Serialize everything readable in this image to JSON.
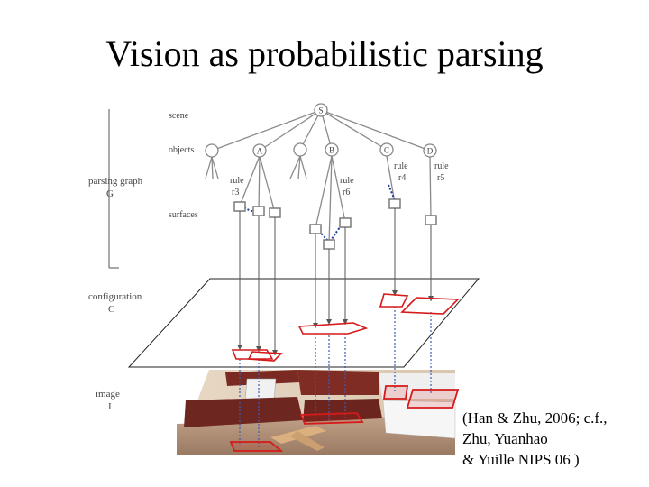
{
  "title": "Vision as probabilistic parsing",
  "labels": {
    "scene": "scene",
    "objects": "objects",
    "parsing_graph": "parsing graph",
    "parsing_graph_symbol": "G",
    "surfaces": "surfaces",
    "configuration": "configuration",
    "configuration_symbol": "C",
    "image": "image",
    "image_symbol": "I"
  },
  "nodes": {
    "root": "S",
    "a": "A",
    "b": "B",
    "c": "C",
    "d": "D"
  },
  "rules": {
    "r3": {
      "word": "rule",
      "sub": "r3"
    },
    "r6": {
      "word": "rule",
      "sub": "r6"
    },
    "r4": {
      "word": "rule",
      "sub": "r4"
    },
    "r5": {
      "word": "rule",
      "sub": "r5"
    }
  },
  "citation": {
    "line1": "(Han & Zhu, 2006; c.f.,",
    "line2": "Zhu, Yuanhao",
    "line3": "& Yuille NIPS 06 )"
  },
  "colors": {
    "tree_lines": "#8a8a8a",
    "surface_box": "#7a7a7a",
    "projection": "#3b5cb5",
    "highlight": "#d61a1a",
    "plane": "#222222"
  }
}
